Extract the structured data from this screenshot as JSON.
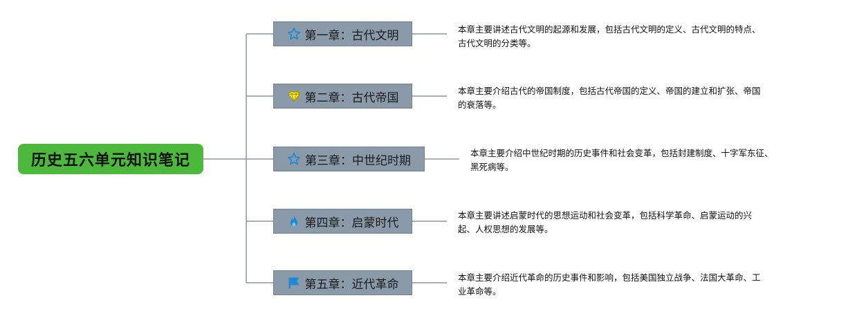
{
  "root": {
    "title": "历史五六单元知识笔记"
  },
  "chapters": [
    {
      "label": "第一章：古代文明",
      "icon": "star-icon",
      "icon_color": "#1e88d8",
      "description": [
        "本章主要讲述古代文明的起源和发展，包括古代文明的定义、古代文明的特点、",
        "古代文明的分类等。"
      ]
    },
    {
      "label": "第二章：古代帝国",
      "icon": "diamond-icon",
      "icon_color": "#e8d400",
      "description": [
        "本章主要介绍古代的帝国制度，包括古代帝国的定义、帝国的建立和扩张、帝国",
        "的衰落等。"
      ]
    },
    {
      "label": "第三章：中世纪时期",
      "icon": "star-icon",
      "icon_color": "#1e88d8",
      "description": [
        "本章主要介绍中世纪时期的历史事件和社会变革，包括封建制度、十字军东征、",
        "黑死病等。"
      ]
    },
    {
      "label": "第四章：启蒙时代",
      "icon": "flame-icon",
      "icon_color": "#1e88d8",
      "description": [
        "本章主要讲述启蒙时代的思想运动和社会变革，包括科学革命、启蒙运动的兴",
        "起、人权思想的发展等。"
      ]
    },
    {
      "label": "第五章：近代革命",
      "icon": "flag-icon",
      "icon_color": "#1e88d8",
      "description": [
        "本章主要介绍近代革命的历史事件和影响，包括美国独立战争、法国大革命、工",
        "业革命等。"
      ]
    }
  ],
  "colors": {
    "root_bg": "#4cb83c",
    "topic_bg": "#8a9aa9",
    "connector": "#8a96a3"
  }
}
